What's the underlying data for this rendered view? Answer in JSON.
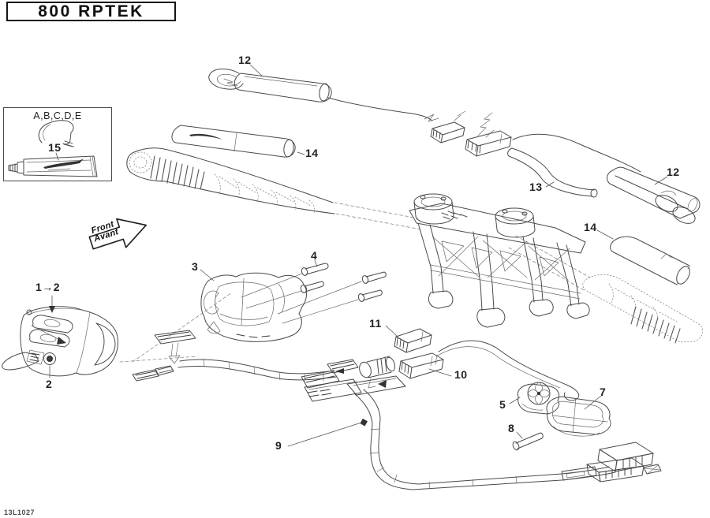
{
  "title": "800 RPTEK",
  "inset": {
    "label": "A,B,C,D,E"
  },
  "direction_arrow": {
    "line1": "Front",
    "line2": "Avant"
  },
  "drawing_number": "13L1027",
  "colors": {
    "line": "#4a4a4a",
    "text": "#1d1d1d",
    "background": "#ffffff"
  },
  "callouts": [
    {
      "id": "1-2",
      "text": "1→2"
    },
    {
      "id": "2",
      "text": "2"
    },
    {
      "id": "3",
      "text": "3"
    },
    {
      "id": "4",
      "text": "4"
    },
    {
      "id": "5",
      "text": "5"
    },
    {
      "id": "7",
      "text": "7"
    },
    {
      "id": "8",
      "text": "8"
    },
    {
      "id": "9",
      "text": "9"
    },
    {
      "id": "10",
      "text": "10"
    },
    {
      "id": "11",
      "text": "11"
    },
    {
      "id": "12-top",
      "text": "12"
    },
    {
      "id": "12-right",
      "text": "12"
    },
    {
      "id": "13",
      "text": "13"
    },
    {
      "id": "14-left",
      "text": "14"
    },
    {
      "id": "14-right",
      "text": "14"
    },
    {
      "id": "15",
      "text": "15"
    }
  ]
}
